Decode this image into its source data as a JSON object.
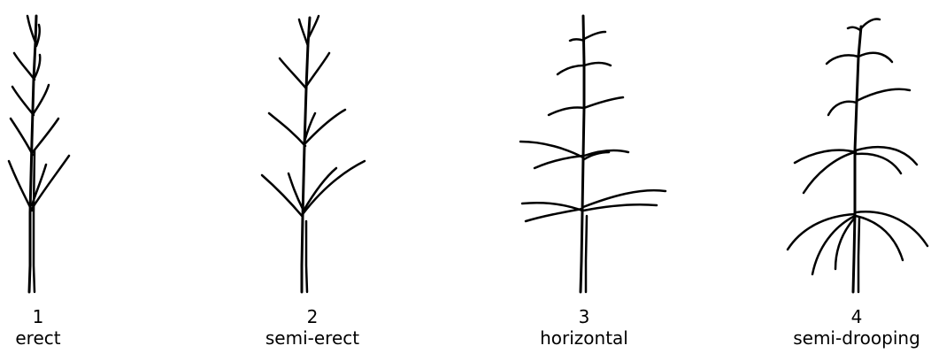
{
  "diagram": {
    "stroke_color": "#000000",
    "habits": [
      {
        "number": "1",
        "label": "erect"
      },
      {
        "number": "2",
        "label": "semi-erect"
      },
      {
        "number": "3",
        "label": "horizontal"
      },
      {
        "number": "4",
        "label": "semi-drooping"
      }
    ]
  }
}
